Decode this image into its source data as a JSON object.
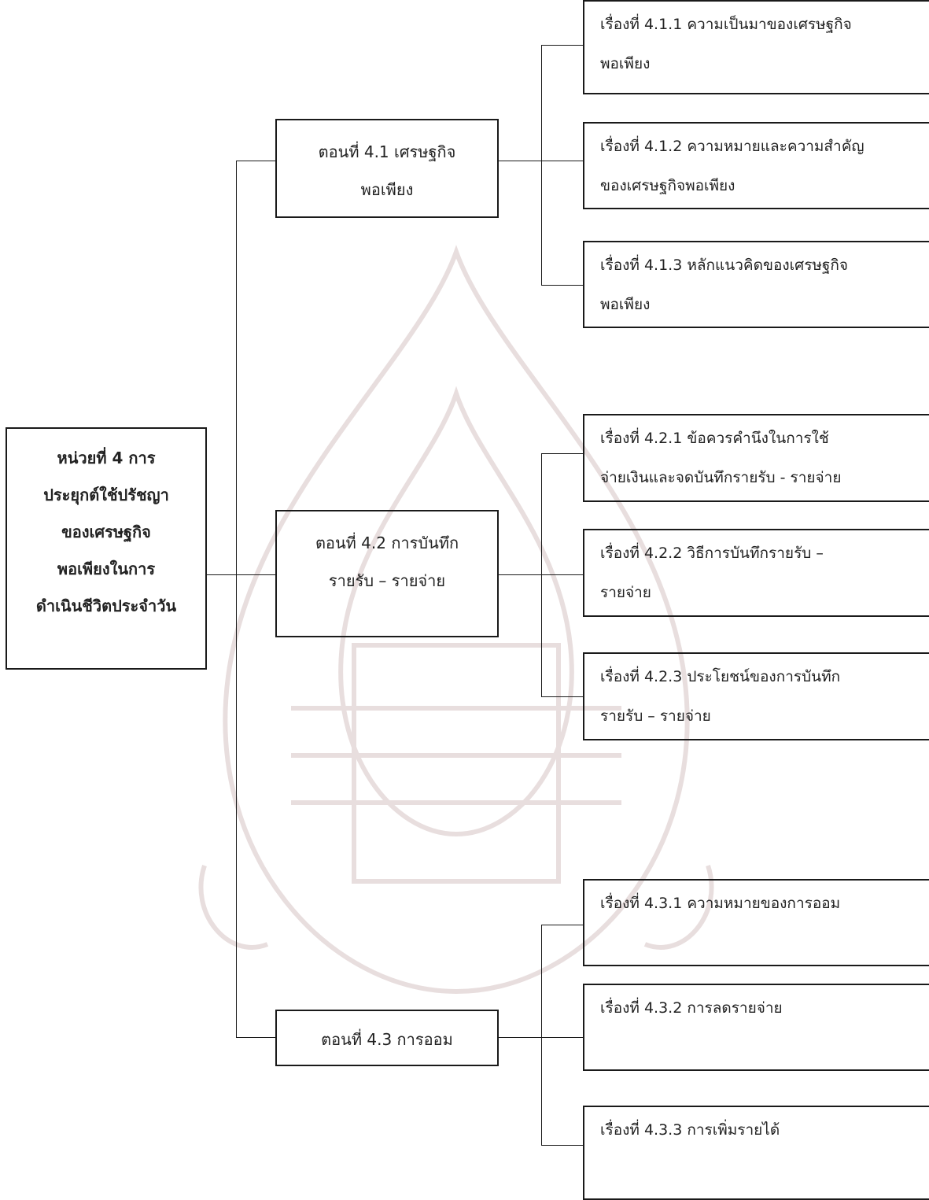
{
  "unit": {
    "lines": [
      "หน่วยที่ 4 การ",
      "ประยุกต์ใช้ปรัชญา",
      "ของเศรษฐกิจ",
      "พอเพียงในการ",
      "ดำเนินชีวิตประจำวัน"
    ]
  },
  "sections": [
    {
      "lines": [
        "ตอนที่ 4.1 เศรษฐกิจ",
        "พอเพียง"
      ],
      "topics": [
        {
          "lines": [
            "เรื่องที่ 4.1.1 ความเป็นมาของเศรษฐกิจ",
            "พอเพียง"
          ]
        },
        {
          "lines": [
            "เรื่องที่ 4.1.2 ความหมายและความสำคัญ",
            "ของเศรษฐกิจพอเพียง"
          ]
        },
        {
          "lines": [
            "เรื่องที่ 4.1.3 หลักแนวคิดของเศรษฐกิจ",
            "พอเพียง"
          ]
        }
      ]
    },
    {
      "lines": [
        "ตอนที่ 4.2 การบันทึก",
        "รายรับ – รายจ่าย"
      ],
      "topics": [
        {
          "lines": [
            "เรื่องที่ 4.2.1 ข้อควรคำนึงในการใช้",
            "จ่ายเงินและจดบันทึกรายรับ - รายจ่าย"
          ]
        },
        {
          "lines": [
            "เรื่องที่ 4.2.2 วิธีการบันทึกรายรับ –",
            "รายจ่าย"
          ]
        },
        {
          "lines": [
            "เรื่องที่ 4.2.3 ประโยชน์ของการบันทึก",
            "รายรับ – รายจ่าย"
          ]
        }
      ]
    },
    {
      "lines": [
        "ตอนที่ 4.3 การออม"
      ],
      "topics": [
        {
          "lines": [
            "เรื่องที่ 4.3.1 ความหมายของการออม"
          ]
        },
        {
          "lines": [
            "เรื่องที่ 4.3.2 การลดรายจ่าย"
          ]
        },
        {
          "lines": [
            "เรื่องที่ 4.3.3 การเพิ่มรายได้"
          ]
        }
      ]
    }
  ]
}
